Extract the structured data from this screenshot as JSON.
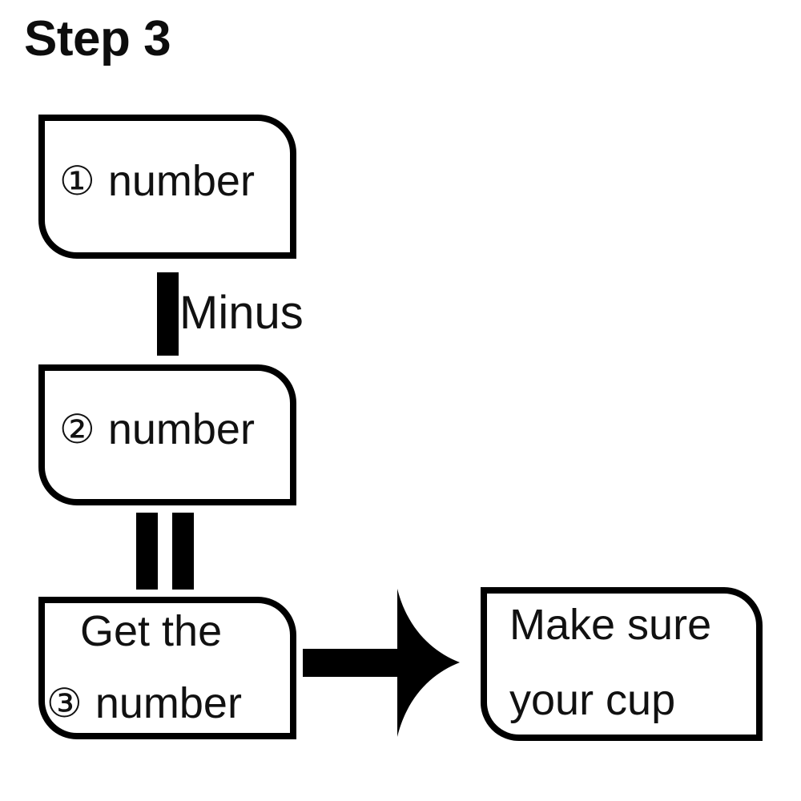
{
  "page": {
    "title": "Step 3",
    "background_color": "#ffffff",
    "ink_color": "#000000"
  },
  "flow": {
    "boxes": [
      {
        "id": "box-1",
        "marker": "①",
        "lines": [
          "number"
        ],
        "marker_label": "circled-1"
      },
      {
        "id": "box-2",
        "marker": "②",
        "lines": [
          "number"
        ],
        "marker_label": "circled-2"
      },
      {
        "id": "box-3",
        "marker": "③",
        "lines": [
          "Get the",
          "number"
        ],
        "marker_label": "circled-3"
      },
      {
        "id": "box-4",
        "marker": "",
        "lines": [
          "Make sure",
          "your cup"
        ],
        "marker_label": ""
      }
    ],
    "connectors": [
      {
        "id": "connector-minus",
        "label": "Minus",
        "glyph": "vertical-bar"
      },
      {
        "id": "connector-equals",
        "label": "",
        "glyph": "double-vertical-bar"
      },
      {
        "id": "connector-arrow",
        "label": "",
        "glyph": "right-arrow"
      }
    ]
  }
}
